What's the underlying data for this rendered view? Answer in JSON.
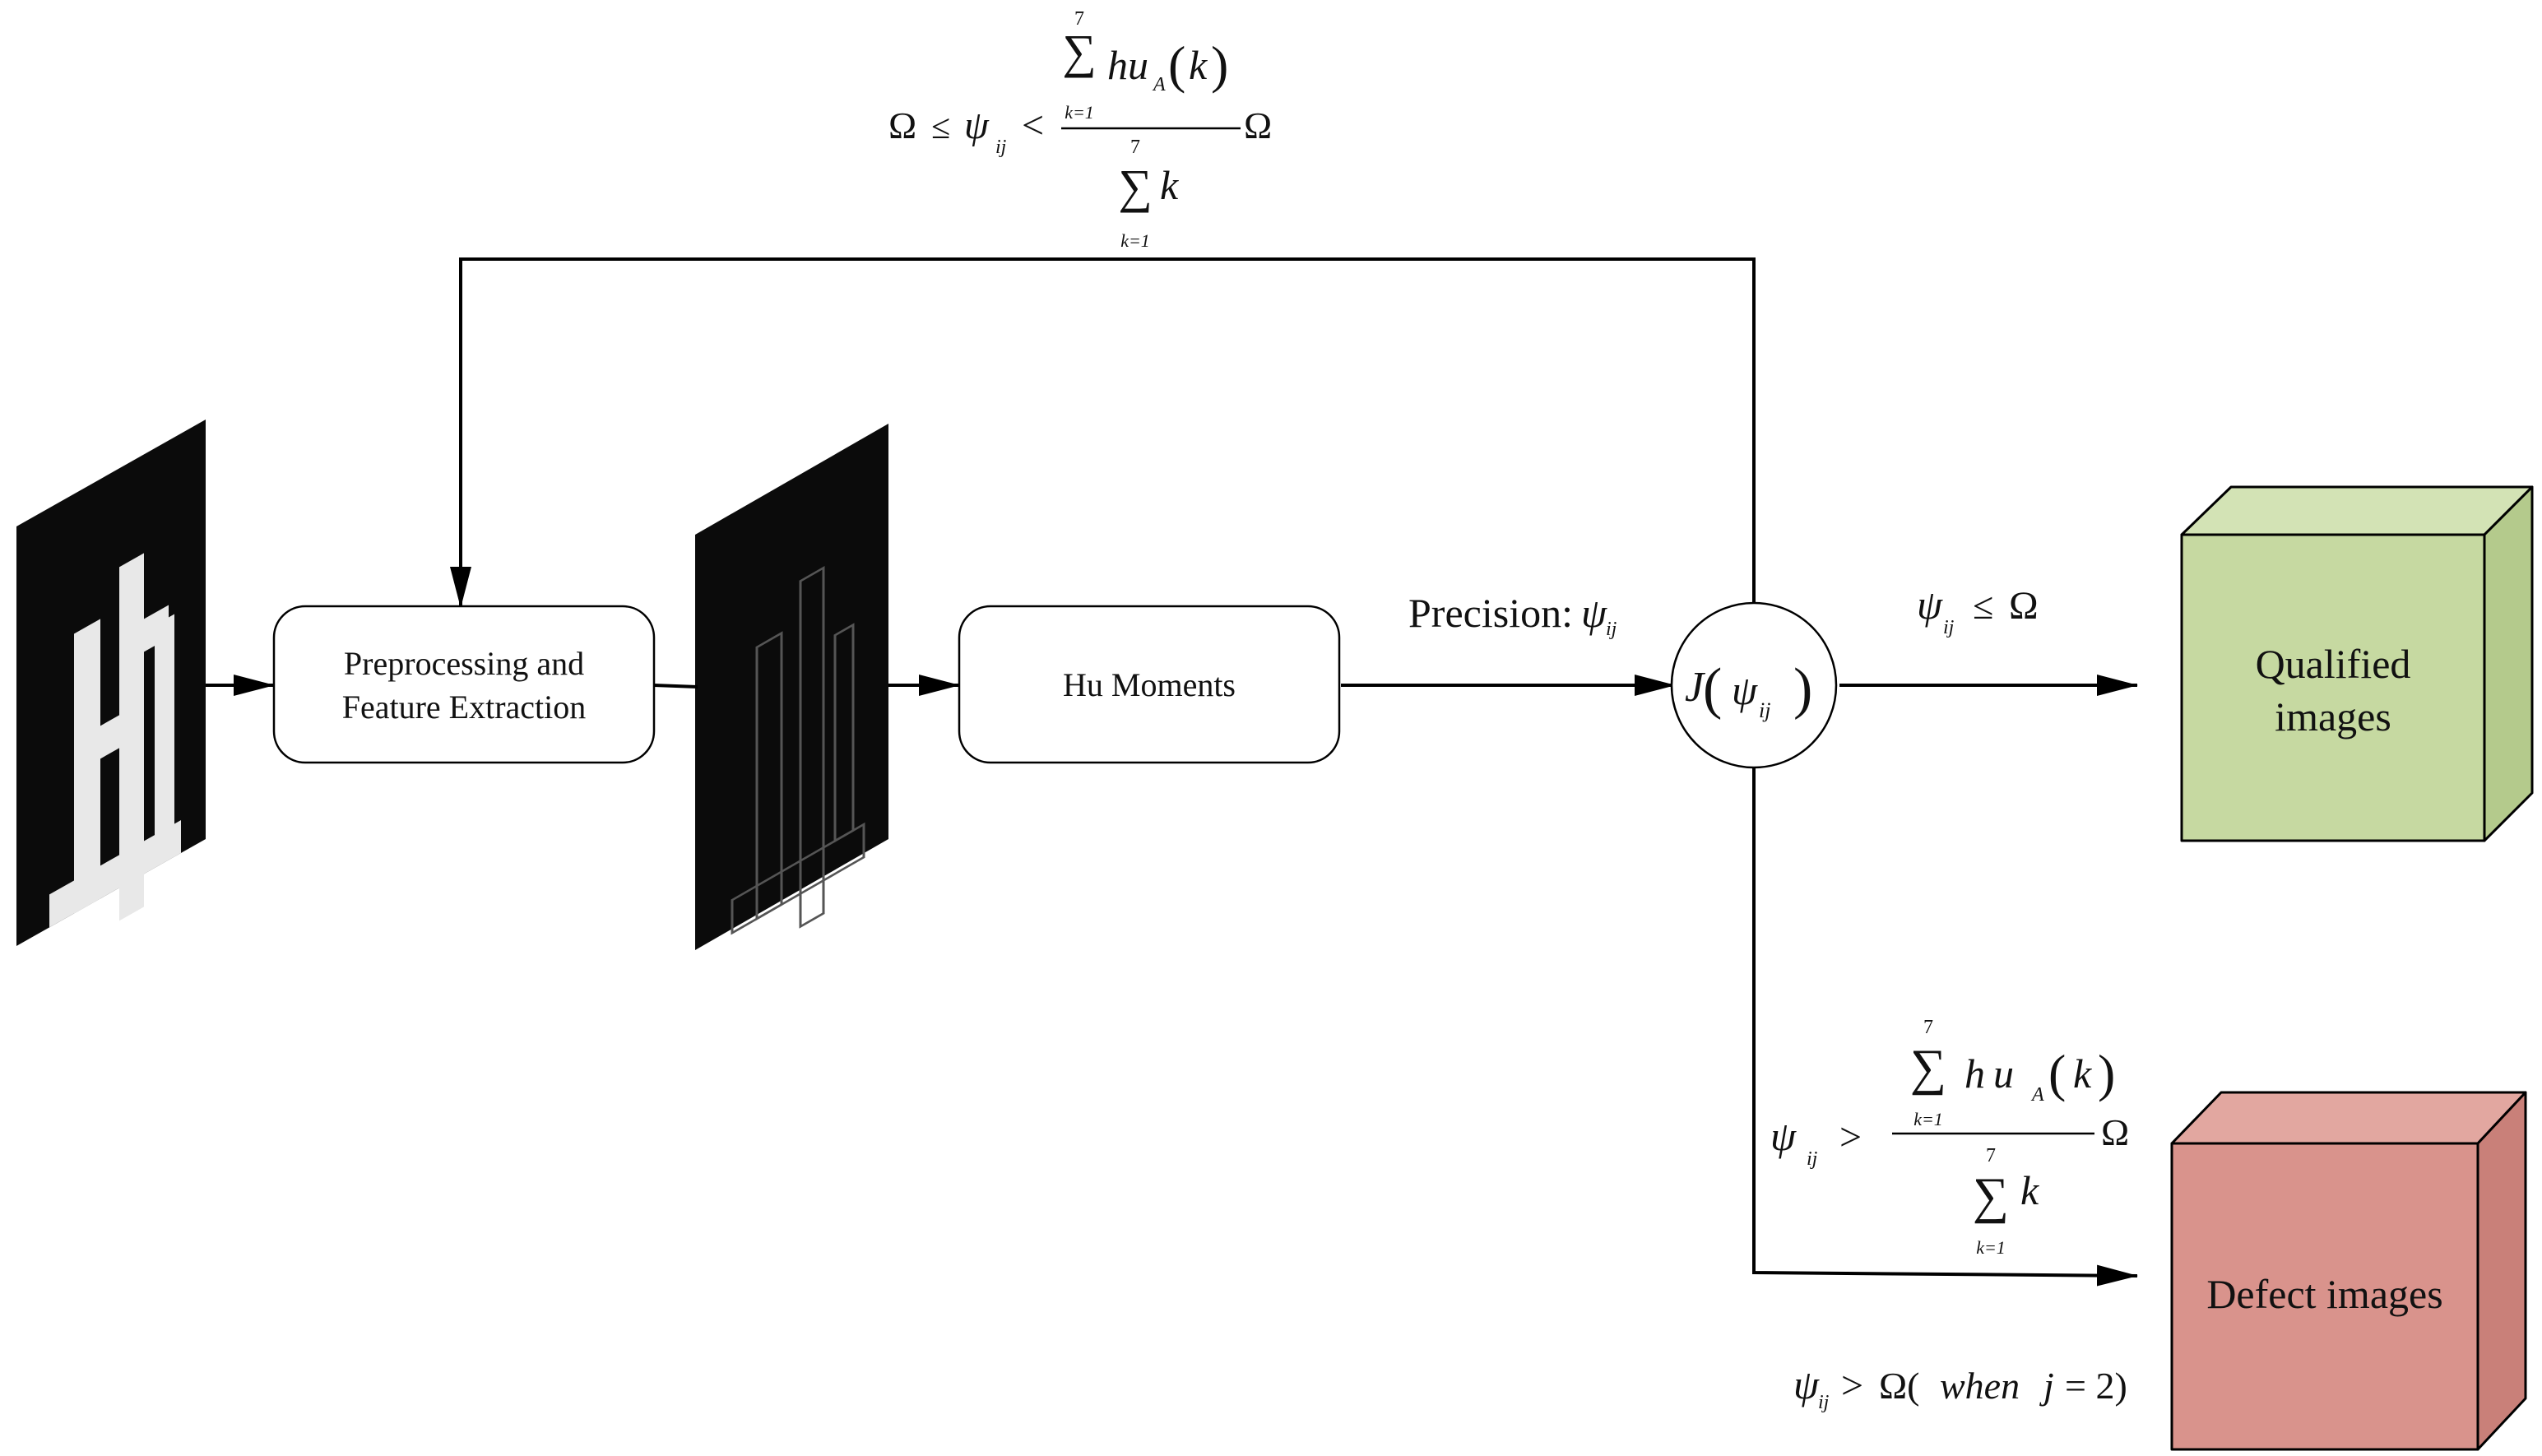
{
  "colors": {
    "stroke": "#000000",
    "qualified_front": "#c6d9a1",
    "qualified_side": "#b4ca8c",
    "qualified_top": "#d3e3b5",
    "defect_front": "#d9938c",
    "defect_side": "#c98079",
    "defect_top": "#e2a7a0",
    "specimen_bg": "#0b0b0b",
    "specimen_fg": "#e8e8e8",
    "edge_fg": "#555555"
  },
  "nodes": {
    "preprocessing": {
      "line1": "Preprocessing and",
      "line2": "Feature Extraction"
    },
    "hu_moments": {
      "label": "Hu Moments"
    },
    "judge": {
      "func": "J",
      "var": "ψ",
      "sub": "ij"
    },
    "qualified": {
      "line1": "Qualified",
      "line2": "images"
    },
    "defect": {
      "label": "Defect images"
    }
  },
  "labels": {
    "precision": {
      "text": "Precision:",
      "var": "ψ",
      "sub": "ij"
    },
    "qualified_condition": {
      "var": "ψ",
      "sub": "ij",
      "rel": "≤",
      "rhs": "Ω"
    },
    "top_condition": {
      "lhs": "Ω",
      "rel1": "≤",
      "var": "ψ",
      "sub": "ij",
      "rel2": "<",
      "sum_sym": "∑",
      "sum_top": "7",
      "sum_bottom": "k=1",
      "numerator_term": "hu",
      "numerator_sub": "A",
      "numerator_arg": "k",
      "denominator_term": "k",
      "rhs": "Ω"
    },
    "defect_condition": {
      "var": "ψ",
      "sub": "ij",
      "rel": ">",
      "sum_sym": "∑",
      "sum_top": "7",
      "sum_bottom": "k=1",
      "numerator_term": "hu",
      "numerator_sub": "A",
      "numerator_arg": "k",
      "denominator_term": "k",
      "rhs": "Ω"
    },
    "defect_condition_2": {
      "var": "ψ",
      "sub": "ij",
      "rel": ">",
      "rhs": "Ω(",
      "when": "when",
      "j": "j",
      "eq": "= 2)"
    }
  }
}
